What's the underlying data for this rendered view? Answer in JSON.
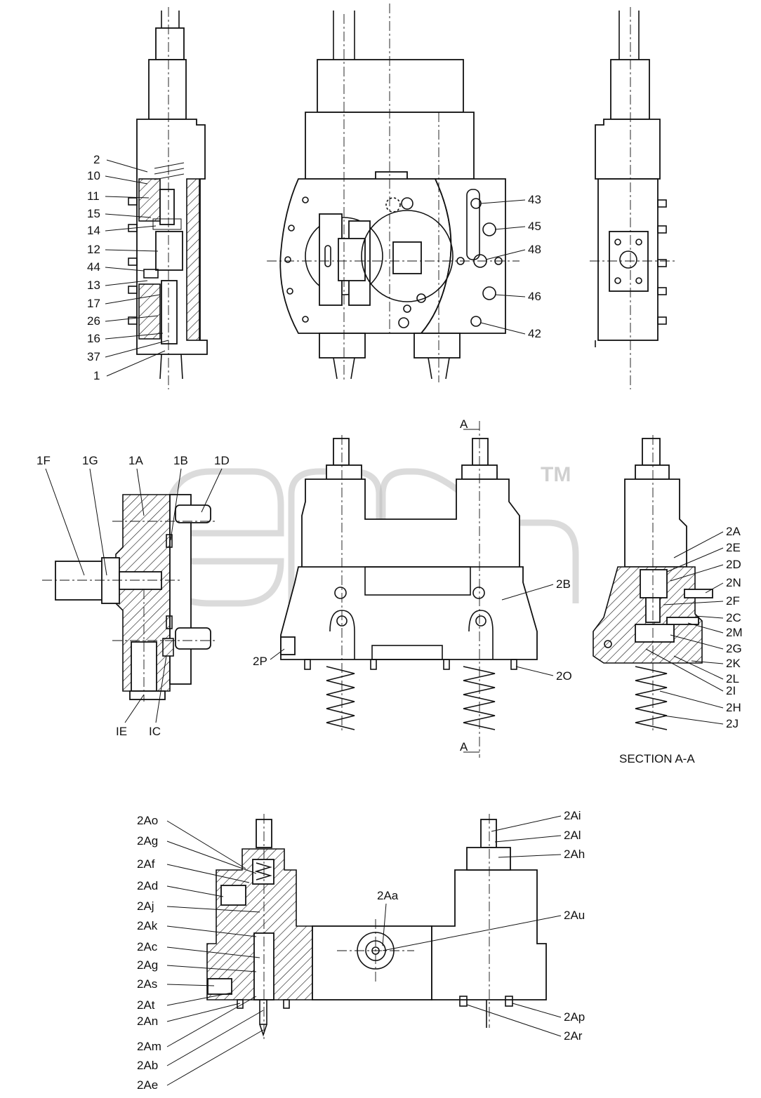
{
  "watermark": {
    "text": "onch",
    "trademark": "TM"
  },
  "views": {
    "top_left_labels": [
      "2",
      "10",
      "11",
      "15",
      "14",
      "12",
      "44",
      "13",
      "17",
      "26",
      "16",
      "37",
      "1"
    ],
    "top_center_labels": [
      "43",
      "45",
      "48",
      "46",
      "42"
    ],
    "mid_left_labels": [
      "1F",
      "1G",
      "1A",
      "1B",
      "1D",
      "IE",
      "IC"
    ],
    "mid_center_labels": [
      "2B",
      "2P",
      "2O"
    ],
    "section_marks": [
      "A",
      "A"
    ],
    "section_labels": [
      "2A",
      "2E",
      "2D",
      "2N",
      "2F",
      "2C",
      "2M",
      "2G",
      "2K",
      "2L",
      "2I",
      "2H",
      "2J"
    ],
    "section_caption": "SECTION A-A",
    "bottom_left_labels": [
      "2Ao",
      "2Ag",
      "2Af",
      "2Ad",
      "2Aj",
      "2Ak",
      "2Ac",
      "2Ag",
      "2As",
      "2At",
      "2An",
      "2Am",
      "2Ab",
      "2Ae"
    ],
    "bottom_right_labels": [
      "2Ai",
      "2Al",
      "2Ah",
      "2Aa",
      "2Au",
      "2Ap",
      "2Ar"
    ]
  }
}
